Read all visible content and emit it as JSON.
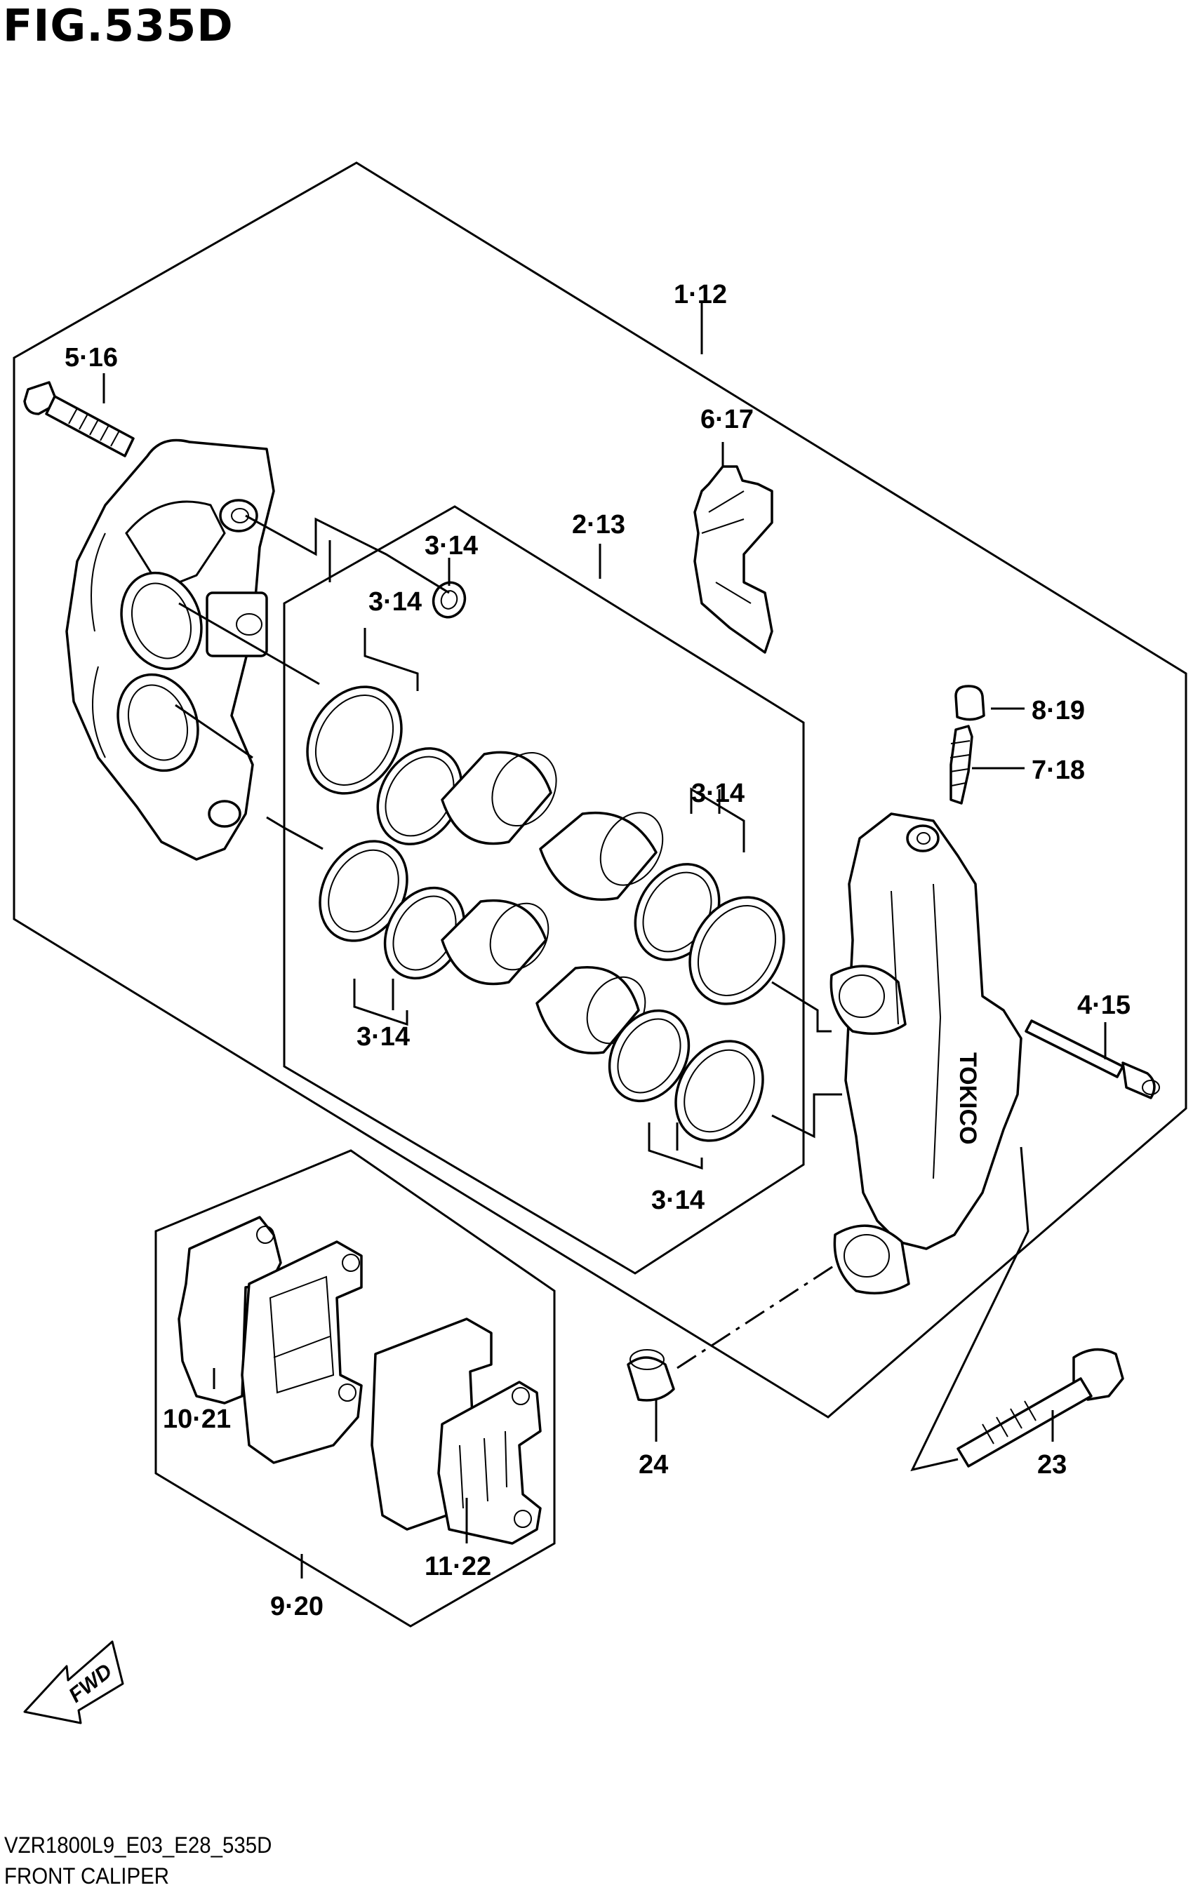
{
  "figure": {
    "title": "FIG.535D",
    "model_code": "VZR1800L9_E03_E28_535D",
    "name": "FRONT CALIPER"
  },
  "callouts": {
    "c1_12": "1·12",
    "c5_16": "5·16",
    "c6_17": "6·17",
    "c2_13": "2·13",
    "c3_14_a": "3·14",
    "c3_14_b": "3·14",
    "c3_14_c": "3·14",
    "c3_14_d": "3·14",
    "c3_14_e": "3·14",
    "c8_19": "8·19",
    "c7_18": "7·18",
    "c4_15": "4·15",
    "c10_21": "10·21",
    "c11_22": "11·22",
    "c9_20": "9·20",
    "c24": "24",
    "c23": "23"
  },
  "fwd_arrow": {
    "label": "FWD"
  },
  "caliper_brand": "TOKICO"
}
